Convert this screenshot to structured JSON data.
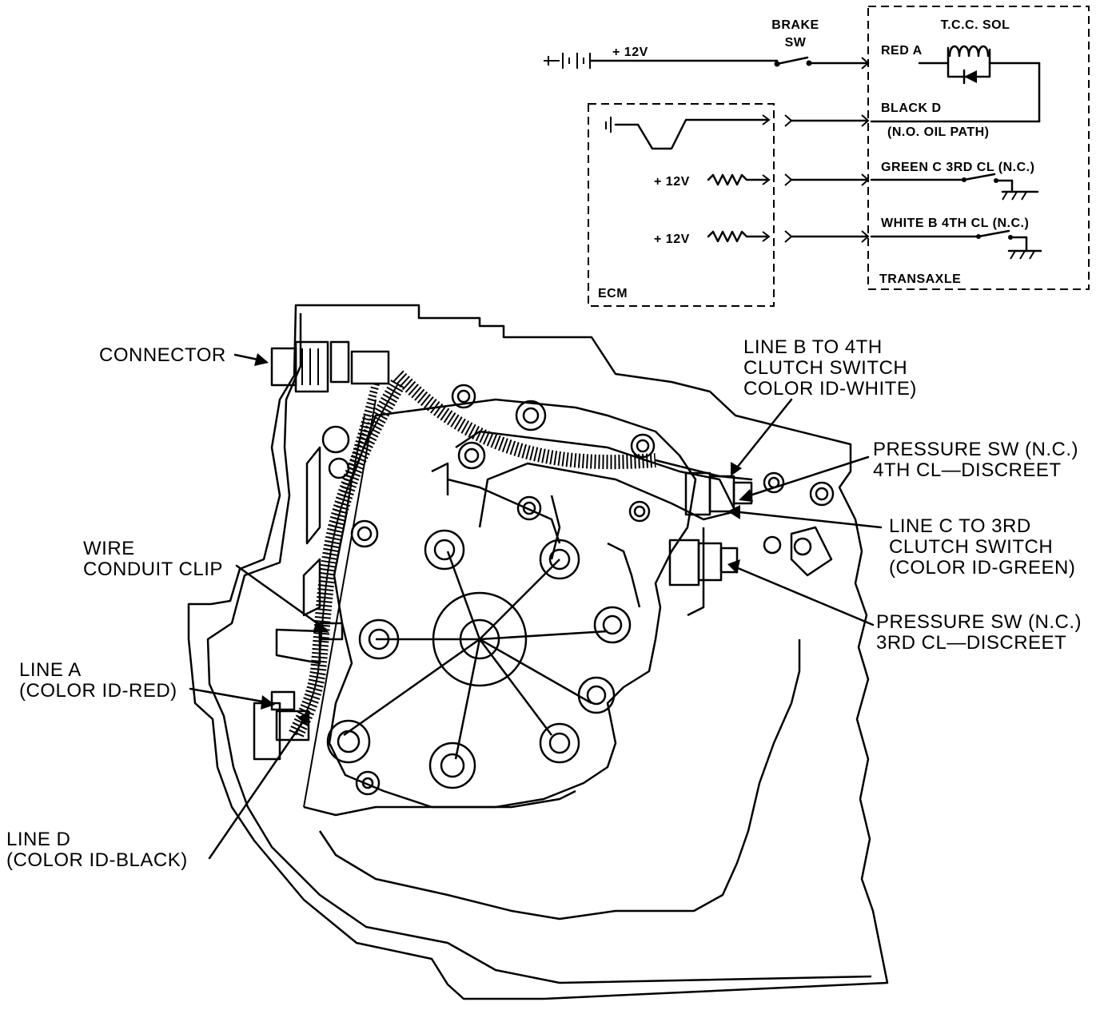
{
  "schematic": {
    "brake_sw_line1": "BRAKE",
    "brake_sw_line2": "SW",
    "tcc_sol": "T.C.C. SOL",
    "battery_voltage": "+ 12V",
    "red_a": "RED A",
    "black_d": "BLACK D",
    "no_oil_path": "(N.O. OIL PATH)",
    "green_c": "GREEN C  3RD CL (N.C.)",
    "white_b": "WHITE B  4TH CL (N.C.)",
    "transaxle": "TRANSAXLE",
    "ecm_voltage_1": "+ 12V",
    "ecm_voltage_2": "+ 12V",
    "ecm": "ECM"
  },
  "callouts": {
    "connector": "CONNECTOR",
    "line_b_1": "LINE B TO 4TH",
    "line_b_2": "CLUTCH SWITCH",
    "line_b_3": "COLOR ID-WHITE)",
    "press_4th_1": "PRESSURE SW (N.C.)",
    "press_4th_2": "4TH CL—DISCREET",
    "line_c_1": "LINE C TO 3RD",
    "line_c_2": "CLUTCH SWITCH",
    "line_c_3": "(COLOR ID-GREEN)",
    "press_3rd_1": "PRESSURE SW (N.C.)",
    "press_3rd_2": "3RD CL—DISCREET",
    "wire_clip_1": "WIRE",
    "wire_clip_2": "CONDUIT CLIP",
    "line_a_1": "LINE A",
    "line_a_2": "(COLOR ID-RED)",
    "line_d_1": "LINE D",
    "line_d_2": "(COLOR ID-BLACK)"
  }
}
